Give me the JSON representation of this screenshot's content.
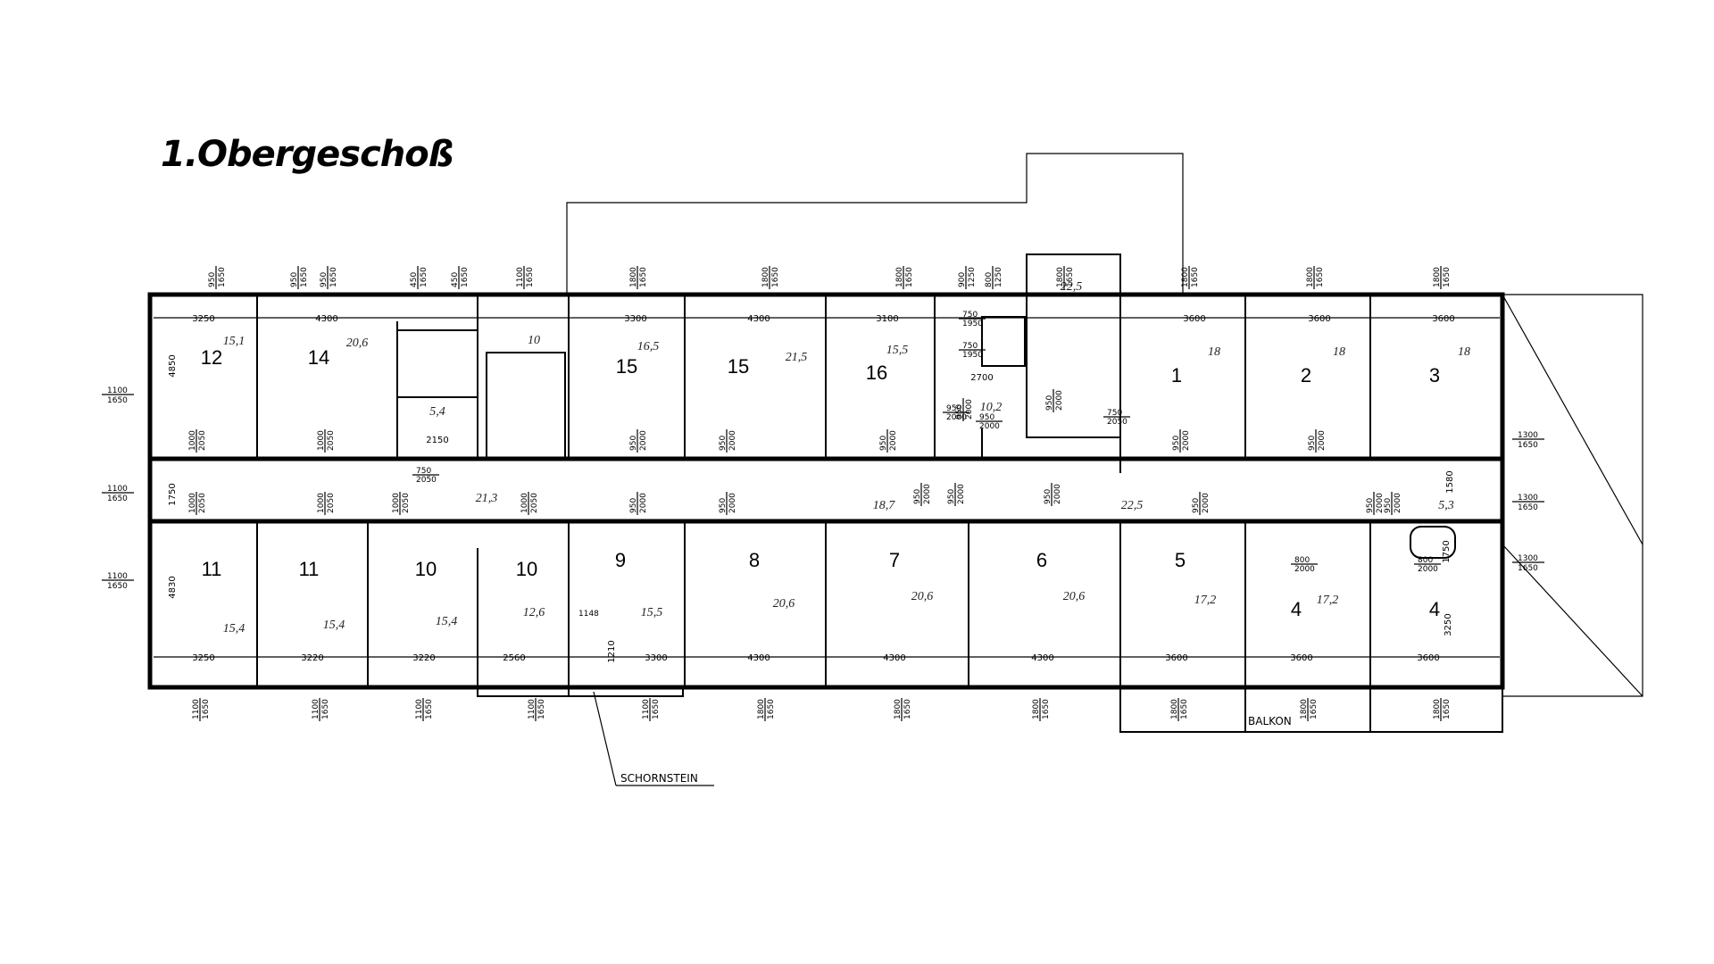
{
  "title": "1.Obergeschoß",
  "labels": {
    "chimney": "SCHORNSTEIN",
    "balcony": "BALKON",
    "stair_dim": "1148"
  },
  "rooms": [
    {
      "no": "12",
      "area": "15,1"
    },
    {
      "no": "14",
      "area": "20,6"
    },
    {
      "no": "15",
      "area": "16,5"
    },
    {
      "no": "15",
      "area": "21,5"
    },
    {
      "no": "16",
      "area": "15,5"
    },
    {
      "no": "1",
      "area": "18"
    },
    {
      "no": "2",
      "area": "18"
    },
    {
      "no": "3",
      "area": "18"
    },
    {
      "no": "11",
      "area": "15,4"
    },
    {
      "no": "11",
      "area": "15,4"
    },
    {
      "no": "10",
      "area": "15,4"
    },
    {
      "no": "10",
      "area": "12,6"
    },
    {
      "no": "9",
      "area": "15,5"
    },
    {
      "no": "8",
      "area": "20,6"
    },
    {
      "no": "7",
      "area": "20,6"
    },
    {
      "no": "6",
      "area": "20,6"
    },
    {
      "no": "5",
      "area": "17,2"
    },
    {
      "no": "4",
      "area": "17,2"
    },
    {
      "no": "4",
      "area": ""
    }
  ],
  "areas_misc": {
    "wc": "5,4",
    "stair_left": "10",
    "stair_right": "22,5",
    "wc_right": "10,2",
    "corridor_left": "21,3",
    "corridor_mid": "18,7",
    "corridor_right": "22,5",
    "small_right": "5,3"
  },
  "room_widths_top": [
    "3250",
    "4300",
    "3300",
    "4300",
    "3100",
    "3600",
    "3600",
    "3600"
  ],
  "room_widths_bottom": [
    "3250",
    "3220",
    "3220",
    "2560",
    "3300",
    "4300",
    "4300",
    "4300",
    "3600",
    "3600",
    "3600"
  ],
  "small_dims": [
    "2150",
    "2700",
    "4850",
    "4830",
    "1750",
    "3250",
    "1580",
    "1750",
    "1210"
  ],
  "windows_top": [
    [
      "950",
      "1650"
    ],
    [
      "950",
      "1650"
    ],
    [
      "950",
      "1650"
    ],
    [
      "450",
      "1650"
    ],
    [
      "450",
      "1650"
    ],
    [
      "1100",
      "1650"
    ],
    [
      "1800",
      "1650"
    ],
    [
      "1800",
      "1650"
    ],
    [
      "1800",
      "1650"
    ],
    [
      "900",
      "1250"
    ],
    [
      "800",
      "1250"
    ],
    [
      "1800",
      "1650"
    ],
    [
      "1800",
      "1650"
    ],
    [
      "1800",
      "1650"
    ],
    [
      "1800",
      "1650"
    ]
  ],
  "windows_bottom": [
    [
      "1100",
      "1650"
    ],
    [
      "1100",
      "1650"
    ],
    [
      "1100",
      "1650"
    ],
    [
      "1100",
      "1650"
    ],
    [
      "1100",
      "1650"
    ],
    [
      "1800",
      "1650"
    ],
    [
      "1800",
      "1650"
    ],
    [
      "1800",
      "1650"
    ],
    [
      "1800",
      "1650"
    ],
    [
      "1800",
      "1650"
    ],
    [
      "1800",
      "1650"
    ]
  ],
  "windows_side": [
    [
      "1100",
      "1650"
    ],
    [
      "1100",
      "1650"
    ],
    [
      "1100",
      "1650"
    ],
    [
      "1300",
      "1650"
    ],
    [
      "1300",
      "1650"
    ],
    [
      "1300",
      "1650"
    ]
  ],
  "doors": [
    [
      "1000",
      "2050"
    ],
    [
      "1000",
      "2050"
    ],
    [
      "750",
      "2050"
    ],
    [
      "950",
      "2000"
    ],
    [
      "950",
      "2000"
    ],
    [
      "950",
      "2000"
    ],
    [
      "950",
      "2000"
    ],
    [
      "950",
      "2000"
    ],
    [
      "950",
      "2000"
    ],
    [
      "950",
      "2000"
    ],
    [
      "1000",
      "2050"
    ],
    [
      "1000",
      "2050"
    ],
    [
      "1000",
      "2050"
    ],
    [
      "1000",
      "2050"
    ],
    [
      "950",
      "2000"
    ],
    [
      "950",
      "2000"
    ],
    [
      "950",
      "2000"
    ],
    [
      "950",
      "2000"
    ],
    [
      "950",
      "2000"
    ],
    [
      "950",
      "2000"
    ],
    [
      "950",
      "2000"
    ],
    [
      "950",
      "2000"
    ],
    [
      "800",
      "2000"
    ],
    [
      "800",
      "2000"
    ],
    [
      "750",
      "2050"
    ],
    [
      "750",
      "1950"
    ],
    [
      "750",
      "1950"
    ],
    [
      "950",
      "2000"
    ],
    [
      "950",
      "2000"
    ]
  ]
}
